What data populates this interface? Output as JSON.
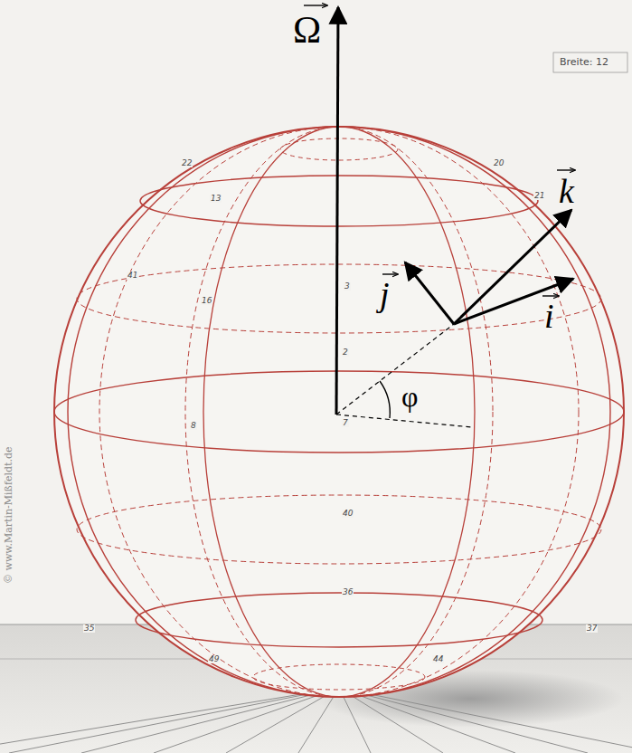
{
  "diagram": {
    "labels": [
      "Ω",
      "k",
      "j",
      "i",
      "φ",
      "© www.Martin-Mißfeldt.de",
      "Breite: 12",
      "41",
      "22",
      "20",
      "13",
      "21",
      "3",
      "16",
      "2",
      "7",
      "8",
      "40",
      "36",
      "35",
      "37",
      "49",
      "44"
    ]
  }
}
